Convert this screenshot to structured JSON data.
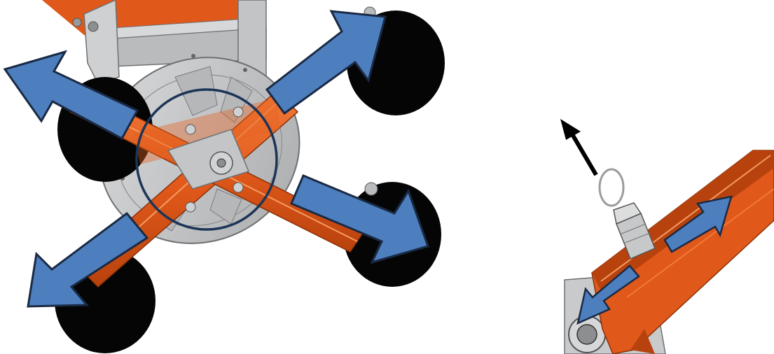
{
  "colors": {
    "background": "#ffffff",
    "frame_orange": "#e0581a",
    "frame_orange_dark": "#b8420d",
    "frame_orange_light": "#f07a38",
    "steel_grey": "#c9cacb",
    "steel_grey_dark": "#8c8e90",
    "suction_pad": "#050505",
    "arrow_fill": "#4d7fbf",
    "arrow_stroke": "#1a2a44",
    "circle_highlight": "#1c3557",
    "pull_arrow": "#000000"
  },
  "icons": {
    "left_view": "vacuum-lifter-frame",
    "right_view": "quick-release-pin-detail",
    "extend_arrows": "expand-arrow",
    "pull_arrow": "pull-out-arrow"
  }
}
